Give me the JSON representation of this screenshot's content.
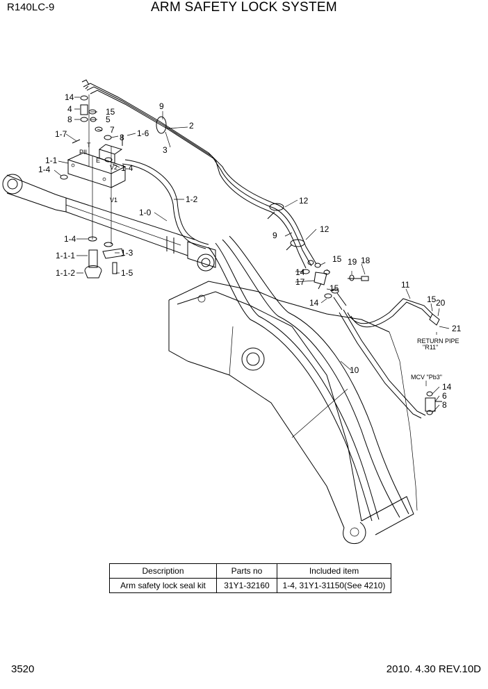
{
  "header": {
    "model": "R140LC-9",
    "title": "ARM SAFETY LOCK SYSTEM"
  },
  "labels": {
    "l14a": "14",
    "l4": "4",
    "l15a": "15",
    "l8a": "8",
    "l5": "5",
    "l9a": "9",
    "l2": "2",
    "l3": "3",
    "l1_7": "1-7",
    "l7": "7",
    "l1_6": "1-6",
    "l8b": "8",
    "lPII": "PII",
    "lT": "T",
    "lE": "E",
    "lV2": "V2",
    "lV1": "V1",
    "l1_1": "1-1",
    "l1_4a": "1-4",
    "l1_4b": "1-4",
    "l1_2": "1-2",
    "l1_0": "1-0",
    "l12a": "12",
    "l9b": "9",
    "l12b": "12",
    "l1_4c": "1-4",
    "l1_1_1": "1-1-1",
    "l1_3": "1-3",
    "l1_1_2": "1-1-2",
    "l1_5": "1-5",
    "l14b": "14",
    "l15b": "15",
    "l19": "19",
    "l18": "18",
    "l17": "17",
    "l15c": "15",
    "l14c": "14",
    "l11": "11",
    "l15d": "15",
    "l20": "20",
    "l21": "21",
    "return1": "RETURN PIPE",
    "return2": "\"R11\"",
    "l10": "10",
    "mcv": "MCV  \"Pb3\"",
    "l14d": "14",
    "l6": "6",
    "l8c": "8"
  },
  "kit_table": {
    "headers": [
      "Description",
      "Parts no",
      "Included item"
    ],
    "rows": [
      [
        "Arm safety lock seal kit",
        "31Y1-32160",
        "1-4, 31Y1-31150(See 4210)"
      ]
    ]
  },
  "footer": {
    "page": "3520",
    "revision": "2010. 4.30  REV.10D"
  }
}
